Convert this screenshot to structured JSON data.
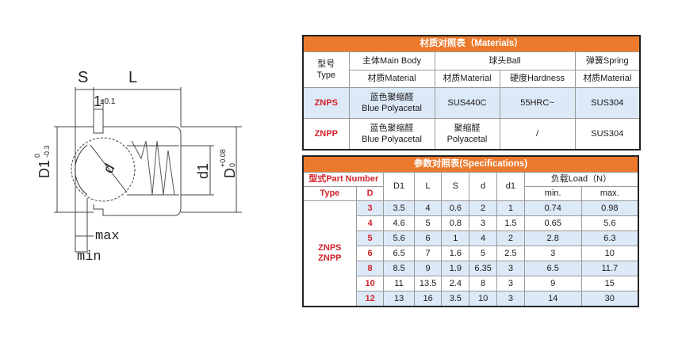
{
  "drawing": {
    "label_S": "S",
    "label_L": "L",
    "label_tol_1": "1",
    "label_tol_1_sub": "±0.1",
    "label_D1": "D1",
    "label_D1_sup": "0",
    "label_D1_sub": "-0.3",
    "label_d": "d",
    "label_d1": "d1",
    "label_D": "D",
    "label_D_sup": "+0.08",
    "label_D_sub": "0",
    "label_max": "max",
    "label_min": "min"
  },
  "materials": {
    "title": "材质对照表（Materials）",
    "header": {
      "type_cn": "型号",
      "type_en": "Type",
      "body": "主体Main Body",
      "ball": "球头Ball",
      "spring": "弹簧Spring",
      "body_material": "材质Material",
      "ball_material": "材质Material",
      "ball_hardness": "硬度Hardness",
      "spring_material": "材质Material"
    },
    "rows": [
      {
        "type": "ZNPS",
        "body_cn": "蓝色聚缩醛",
        "body_en": "Blue Polyacetal",
        "ball_material": "SUS440C",
        "ball_material_2": "",
        "hardness": "55HRC~",
        "spring": "SUS304"
      },
      {
        "type": "ZNPP",
        "body_cn": "蓝色聚缩醛",
        "body_en": "Blue Polyacetal",
        "ball_material": "聚缩醛",
        "ball_material_2": "Polyacetal",
        "hardness": "/",
        "spring": "SUS304"
      }
    ]
  },
  "specs": {
    "title": "参数对照表(Specifications)",
    "header": {
      "part_number": "型式Part Number",
      "type": "Type",
      "D": "D",
      "D1": "D1",
      "L": "L",
      "S": "S",
      "d": "d",
      "d1": "d1",
      "load": "负载Load（N）",
      "min": "min.",
      "max": "max."
    },
    "types": [
      "ZNPS",
      "ZNPP"
    ],
    "rows": [
      {
        "D": "3",
        "D1": "3.5",
        "L": "4",
        "S": "0.6",
        "d": "2",
        "d1": "1",
        "min": "0.74",
        "max": "0.98"
      },
      {
        "D": "4",
        "D1": "4.6",
        "L": "5",
        "S": "0.8",
        "d": "3",
        "d1": "1.5",
        "min": "0.65",
        "max": "5.6"
      },
      {
        "D": "5",
        "D1": "5.6",
        "L": "6",
        "S": "1",
        "d": "4",
        "d1": "2",
        "min": "2.8",
        "max": "6.3"
      },
      {
        "D": "6",
        "D1": "6.5",
        "L": "7",
        "S": "1.6",
        "d": "5",
        "d1": "2.5",
        "min": "3",
        "max": "10"
      },
      {
        "D": "8",
        "D1": "8.5",
        "L": "9",
        "S": "1.9",
        "d": "6.35",
        "d1": "3",
        "min": "6.5",
        "max": "11.7"
      },
      {
        "D": "10",
        "D1": "11",
        "L": "13.5",
        "S": "2.4",
        "d": "8",
        "d1": "3",
        "min": "9",
        "max": "15"
      },
      {
        "D": "12",
        "D1": "13",
        "L": "16",
        "S": "3.5",
        "d": "10",
        "d1": "3",
        "min": "14",
        "max": "30"
      }
    ]
  }
}
